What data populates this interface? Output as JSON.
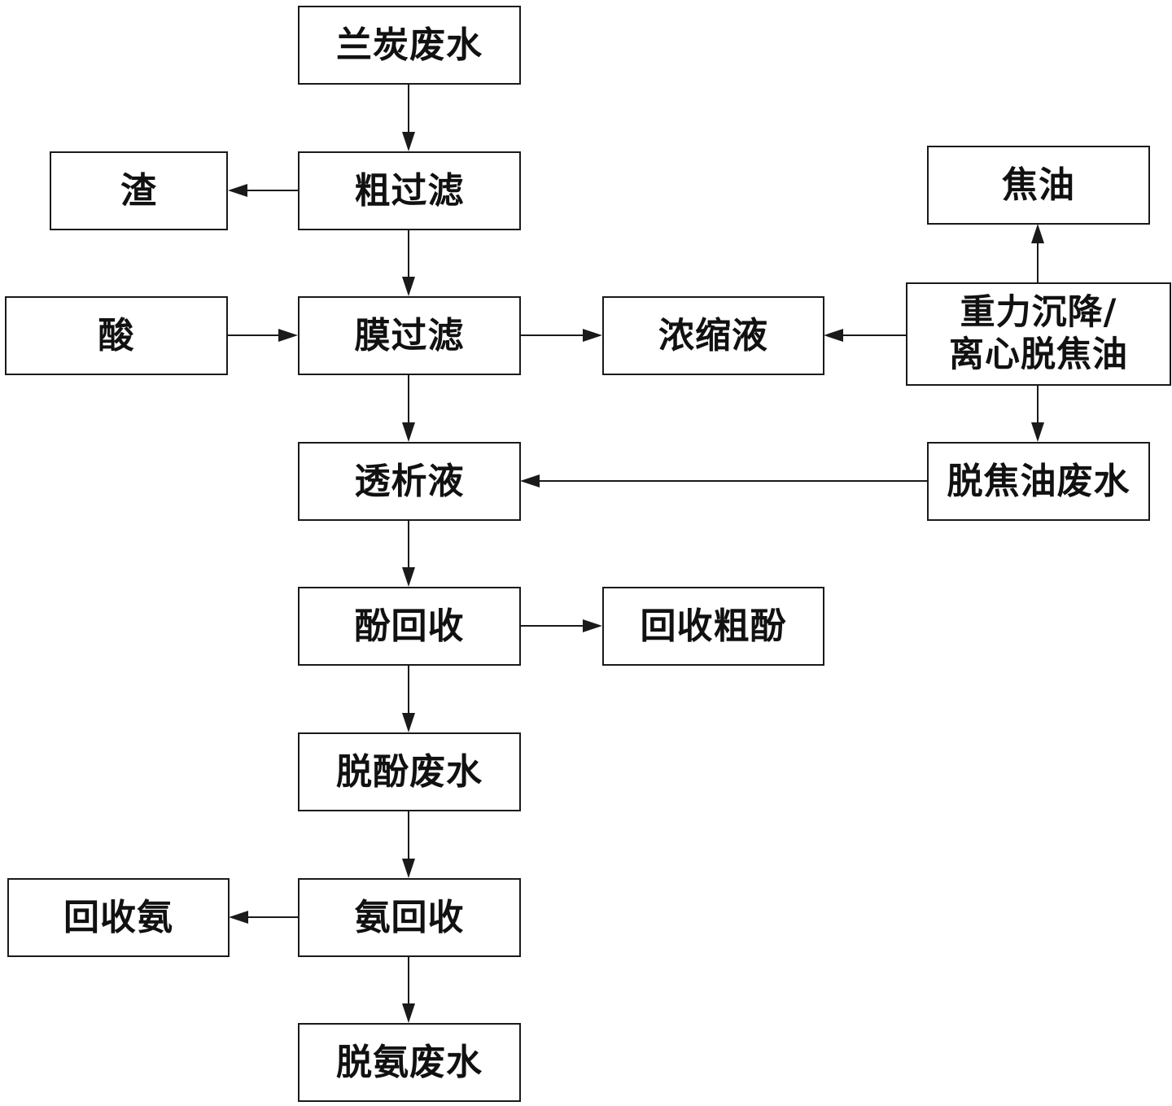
{
  "nodes": {
    "lantan_wastewater": "兰炭废水",
    "coarse_filtration": "粗过滤",
    "residue": "渣",
    "acid": "酸",
    "membrane_filtration": "膜过滤",
    "concentrate": "浓缩液",
    "tar": "焦油",
    "tar_removal_line1": "重力沉降/",
    "tar_removal_line2": "离心脱焦油",
    "dialysate": "透析液",
    "detarred_wastewater": "脱焦油废水",
    "phenol_recovery": "酚回收",
    "recovered_crude_phenol": "回收粗酚",
    "dephenolized_wastewater": "脱酚废水",
    "ammonia_recovery": "氨回收",
    "recovered_ammonia": "回收氨",
    "deammoniated_wastewater": "脱氨废水"
  },
  "edges": [
    {
      "from": "lantan_wastewater",
      "to": "coarse_filtration"
    },
    {
      "from": "coarse_filtration",
      "to": "residue"
    },
    {
      "from": "coarse_filtration",
      "to": "membrane_filtration"
    },
    {
      "from": "acid",
      "to": "membrane_filtration"
    },
    {
      "from": "membrane_filtration",
      "to": "concentrate"
    },
    {
      "from": "membrane_filtration",
      "to": "dialysate"
    },
    {
      "from": "tar_removal",
      "to": "concentrate"
    },
    {
      "from": "tar_removal",
      "to": "tar"
    },
    {
      "from": "tar_removal",
      "to": "detarred_wastewater"
    },
    {
      "from": "detarred_wastewater",
      "to": "dialysate"
    },
    {
      "from": "dialysate",
      "to": "phenol_recovery"
    },
    {
      "from": "phenol_recovery",
      "to": "recovered_crude_phenol"
    },
    {
      "from": "phenol_recovery",
      "to": "dephenolized_wastewater"
    },
    {
      "from": "dephenolized_wastewater",
      "to": "ammonia_recovery"
    },
    {
      "from": "ammonia_recovery",
      "to": "recovered_ammonia"
    },
    {
      "from": "ammonia_recovery",
      "to": "deammoniated_wastewater"
    }
  ],
  "colors": {
    "stroke": "#1a1a1a",
    "background": "#ffffff",
    "text": "#111111"
  }
}
